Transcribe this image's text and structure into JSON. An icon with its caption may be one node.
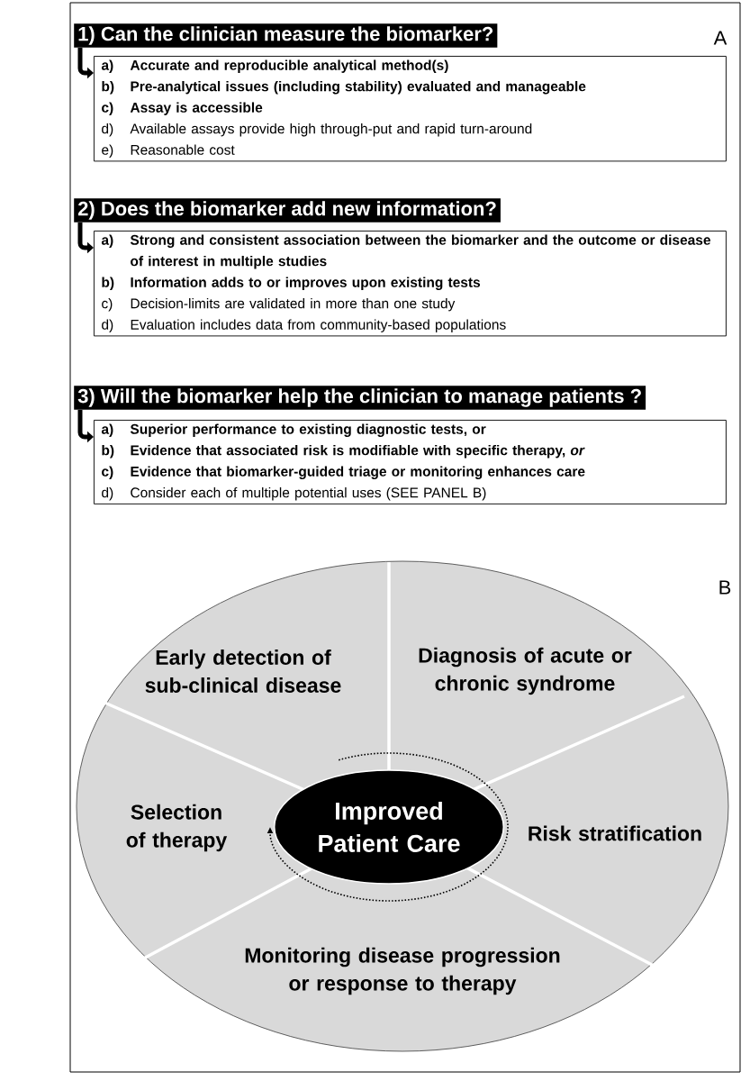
{
  "diagram": {
    "nodes": [
      {
        "text": [
          "1) Can the clinician measure the biomarker?"
        ]
      },
      {
        "text": [
          "a)",
          "Accurate and reproducible analytical method(s)",
          "b)",
          "Pre-analytical issues (including stability) evaluated and manageable",
          "c)",
          "Assay is accessible",
          "d)",
          "Available assays provide high through-put and rapid turn-around",
          "e)",
          "Reasonable cost"
        ]
      },
      {
        "text": [
          "2) Does the biomarker add new information?"
        ]
      },
      {
        "text": [
          "a)",
          "Strong and consistent association between the biomarker and the outcome or disease of interest in multiple studies",
          "b)",
          "Information adds to or improves upon existing tests",
          "c)",
          "Decision-limits are validated in more than one study",
          "d)",
          "Evaluation includes data from community-based populations"
        ]
      },
      {
        "text": [
          "3) Will the biomarker help the clinician to manage patients ?"
        ]
      },
      {
        "text": [
          "a)",
          "Superior performance to existing diagnostic tests, or",
          "b)",
          "Evidence that associated risk is modifiable with specific therapy, *or*",
          "c)",
          "Evidence that biomarker-guided triage or monitoring  enhances care",
          "d)",
          "Consider each of multiple potential uses (SEE PANEL B)"
        ]
      },
      {
        "text": [
          "Early detection of sub-clinical disease"
        ]
      },
      {
        "text": [
          "Diagnosis of acute or chronic syndrome"
        ]
      },
      {
        "text": [
          "Selection of therapy"
        ]
      },
      {
        "text": [
          "Improved Patient Care"
        ]
      },
      {
        "text": [
          "Risk stratification"
        ]
      },
      {
        "text": [
          "Monitoring disease progression or response to therapy"
        ]
      }
    ],
    "edges": [
      {
        "from": 0,
        "to": 1,
        "arrow": "to"
      },
      {
        "from": 2,
        "to": 3,
        "arrow": "to"
      },
      {
        "from": 4,
        "to": 5,
        "arrow": "to"
      }
    ],
    "labels": [
      "A",
      "B"
    ]
  }
}
